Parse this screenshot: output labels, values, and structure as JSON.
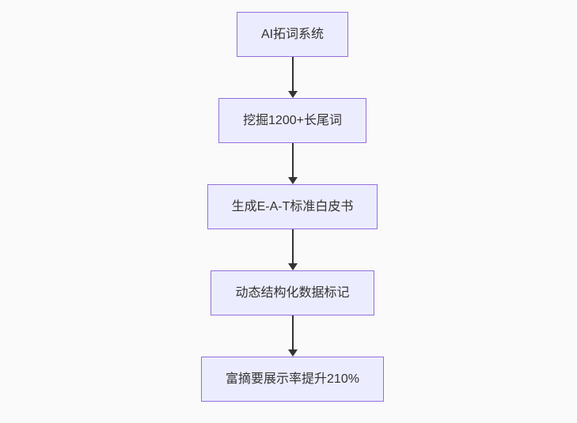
{
  "flowchart": {
    "type": "flowchart-top-down",
    "nodes": [
      {
        "id": "A",
        "label": "AI拓词系统"
      },
      {
        "id": "B",
        "label": "挖掘1200+长尾词"
      },
      {
        "id": "C",
        "label": "生成E-A-T标准白皮书"
      },
      {
        "id": "D",
        "label": "动态结构化数据标记"
      },
      {
        "id": "E",
        "label": "富摘要展示率提升210%"
      }
    ],
    "edges": [
      {
        "from": "A",
        "to": "B"
      },
      {
        "from": "B",
        "to": "C"
      },
      {
        "from": "C",
        "to": "D"
      },
      {
        "from": "D",
        "to": "E"
      }
    ],
    "style": {
      "background": "#fafafa",
      "node_fill": "#ECECFF",
      "node_border": "#9370DB",
      "edge_color": "#333333",
      "text_color": "#333333"
    }
  }
}
